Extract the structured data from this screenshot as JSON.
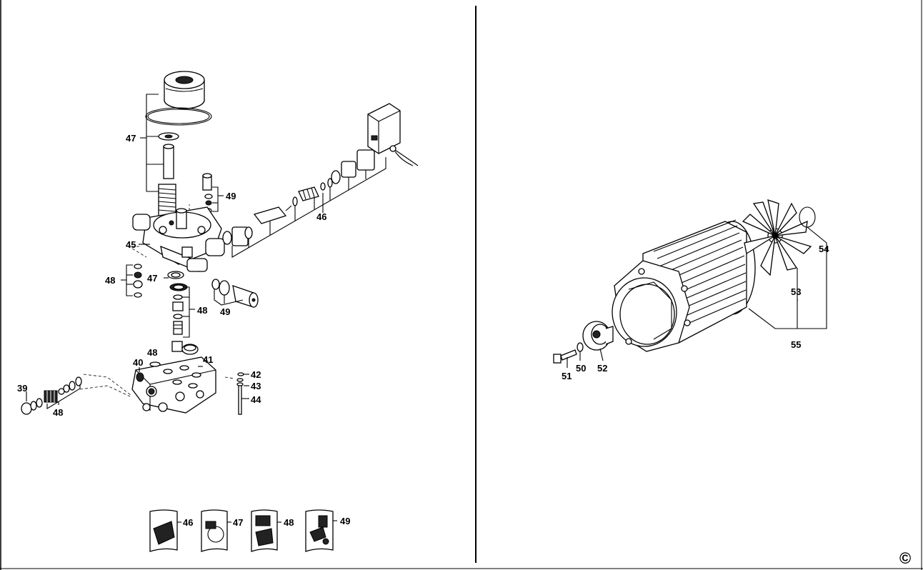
{
  "callouts": {
    "c47a": "47",
    "c49a": "49",
    "c46a": "46",
    "c45": "45",
    "c48a": "48",
    "c47b": "47",
    "c49b": "49",
    "c48b": "48",
    "c48c": "48",
    "c40": "40",
    "c41": "41",
    "c39": "39",
    "c48d": "48",
    "c42": "42",
    "c43": "43",
    "c44": "44",
    "k46": "46",
    "k47": "47",
    "k48": "48",
    "k49": "49",
    "c54": "54",
    "c53": "53",
    "c55": "55",
    "c51": "51",
    "c50": "50",
    "c52": "52"
  },
  "copyright_symbol": "©"
}
